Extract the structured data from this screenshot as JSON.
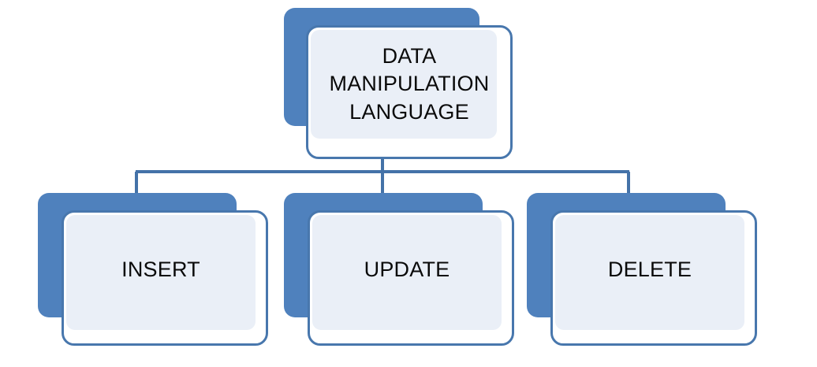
{
  "diagram": {
    "type": "hierarchy-tree",
    "title": "DATA MANIPULATION LANGUAGE",
    "background_color": "#FFFFFF",
    "accent_color": "#4F81BD",
    "border_color": "#4877AD",
    "tint_color": "#EAEFF7",
    "connector_color": "#4472A8",
    "root": {
      "id": "dml",
      "label": "DATA\nMANIPULATION\nLANGUAGE"
    },
    "children": [
      {
        "id": "insert",
        "label": "INSERT"
      },
      {
        "id": "update",
        "label": "UPDATE"
      },
      {
        "id": "delete",
        "label": "DELETE"
      }
    ]
  }
}
